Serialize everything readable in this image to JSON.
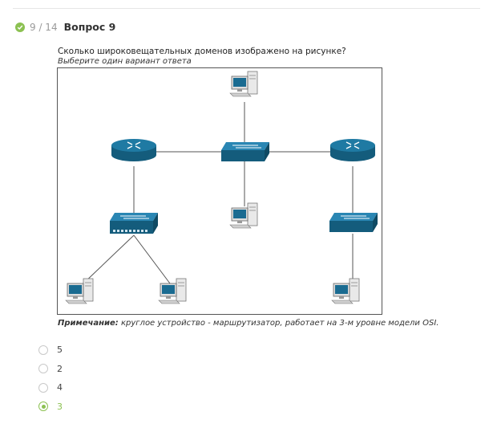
{
  "question": {
    "counter": "9 / 14",
    "title": "Вопрос 9",
    "text": "Сколько широковещательных доменов изображено на рисунке?",
    "hint": "Выберите один вариант ответа",
    "note_label": "Примечание:",
    "note_text": " круглое устройство - маршрутизатор, работает на 3-м уровне модели OSI.",
    "status_color": "#8cc152"
  },
  "diagram": {
    "devices": [
      "router-left",
      "router-right",
      "switch-center",
      "switch-left",
      "switch-right",
      "pc-top",
      "pc-center",
      "pc-bottom-left-1",
      "pc-bottom-left-2",
      "pc-bottom-right"
    ],
    "device_color": "#1a6b91"
  },
  "options": [
    {
      "label": "5",
      "selected": false
    },
    {
      "label": "2",
      "selected": false
    },
    {
      "label": "4",
      "selected": false
    },
    {
      "label": "3",
      "selected": true
    }
  ]
}
